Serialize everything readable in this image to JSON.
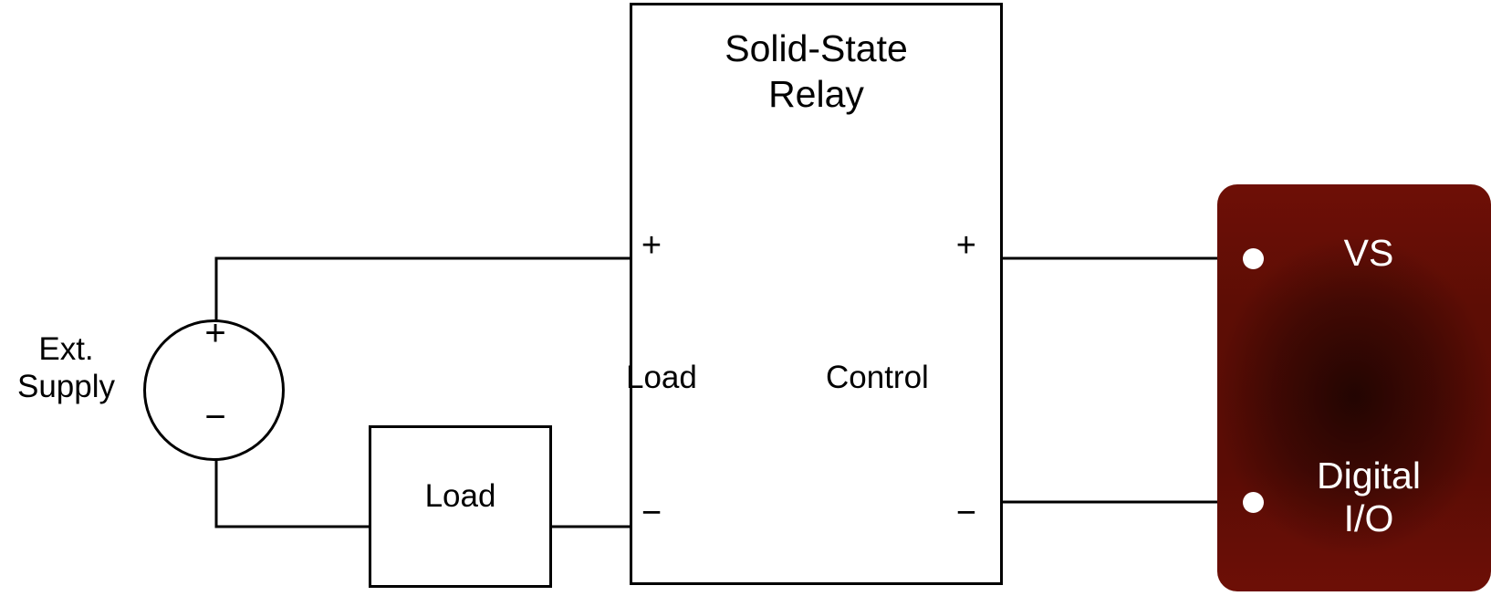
{
  "diagram": {
    "supply": {
      "label": "Ext.\nSupply",
      "plus": "+",
      "minus": "−"
    },
    "load_box": {
      "label": "Load"
    },
    "relay": {
      "title": "Solid-State\nRelay",
      "load_side_label": "Load",
      "control_side_label": "Control",
      "load_plus": "+",
      "load_minus": "−",
      "control_plus": "+",
      "control_minus": "−"
    },
    "device": {
      "vs_label": "VS",
      "digital_io_label": "Digital\nI/O",
      "panel_color": "#5d0d05",
      "terminal_color": "#ffffff",
      "text_color": "#ffffff"
    },
    "wire_color": "#000000"
  }
}
